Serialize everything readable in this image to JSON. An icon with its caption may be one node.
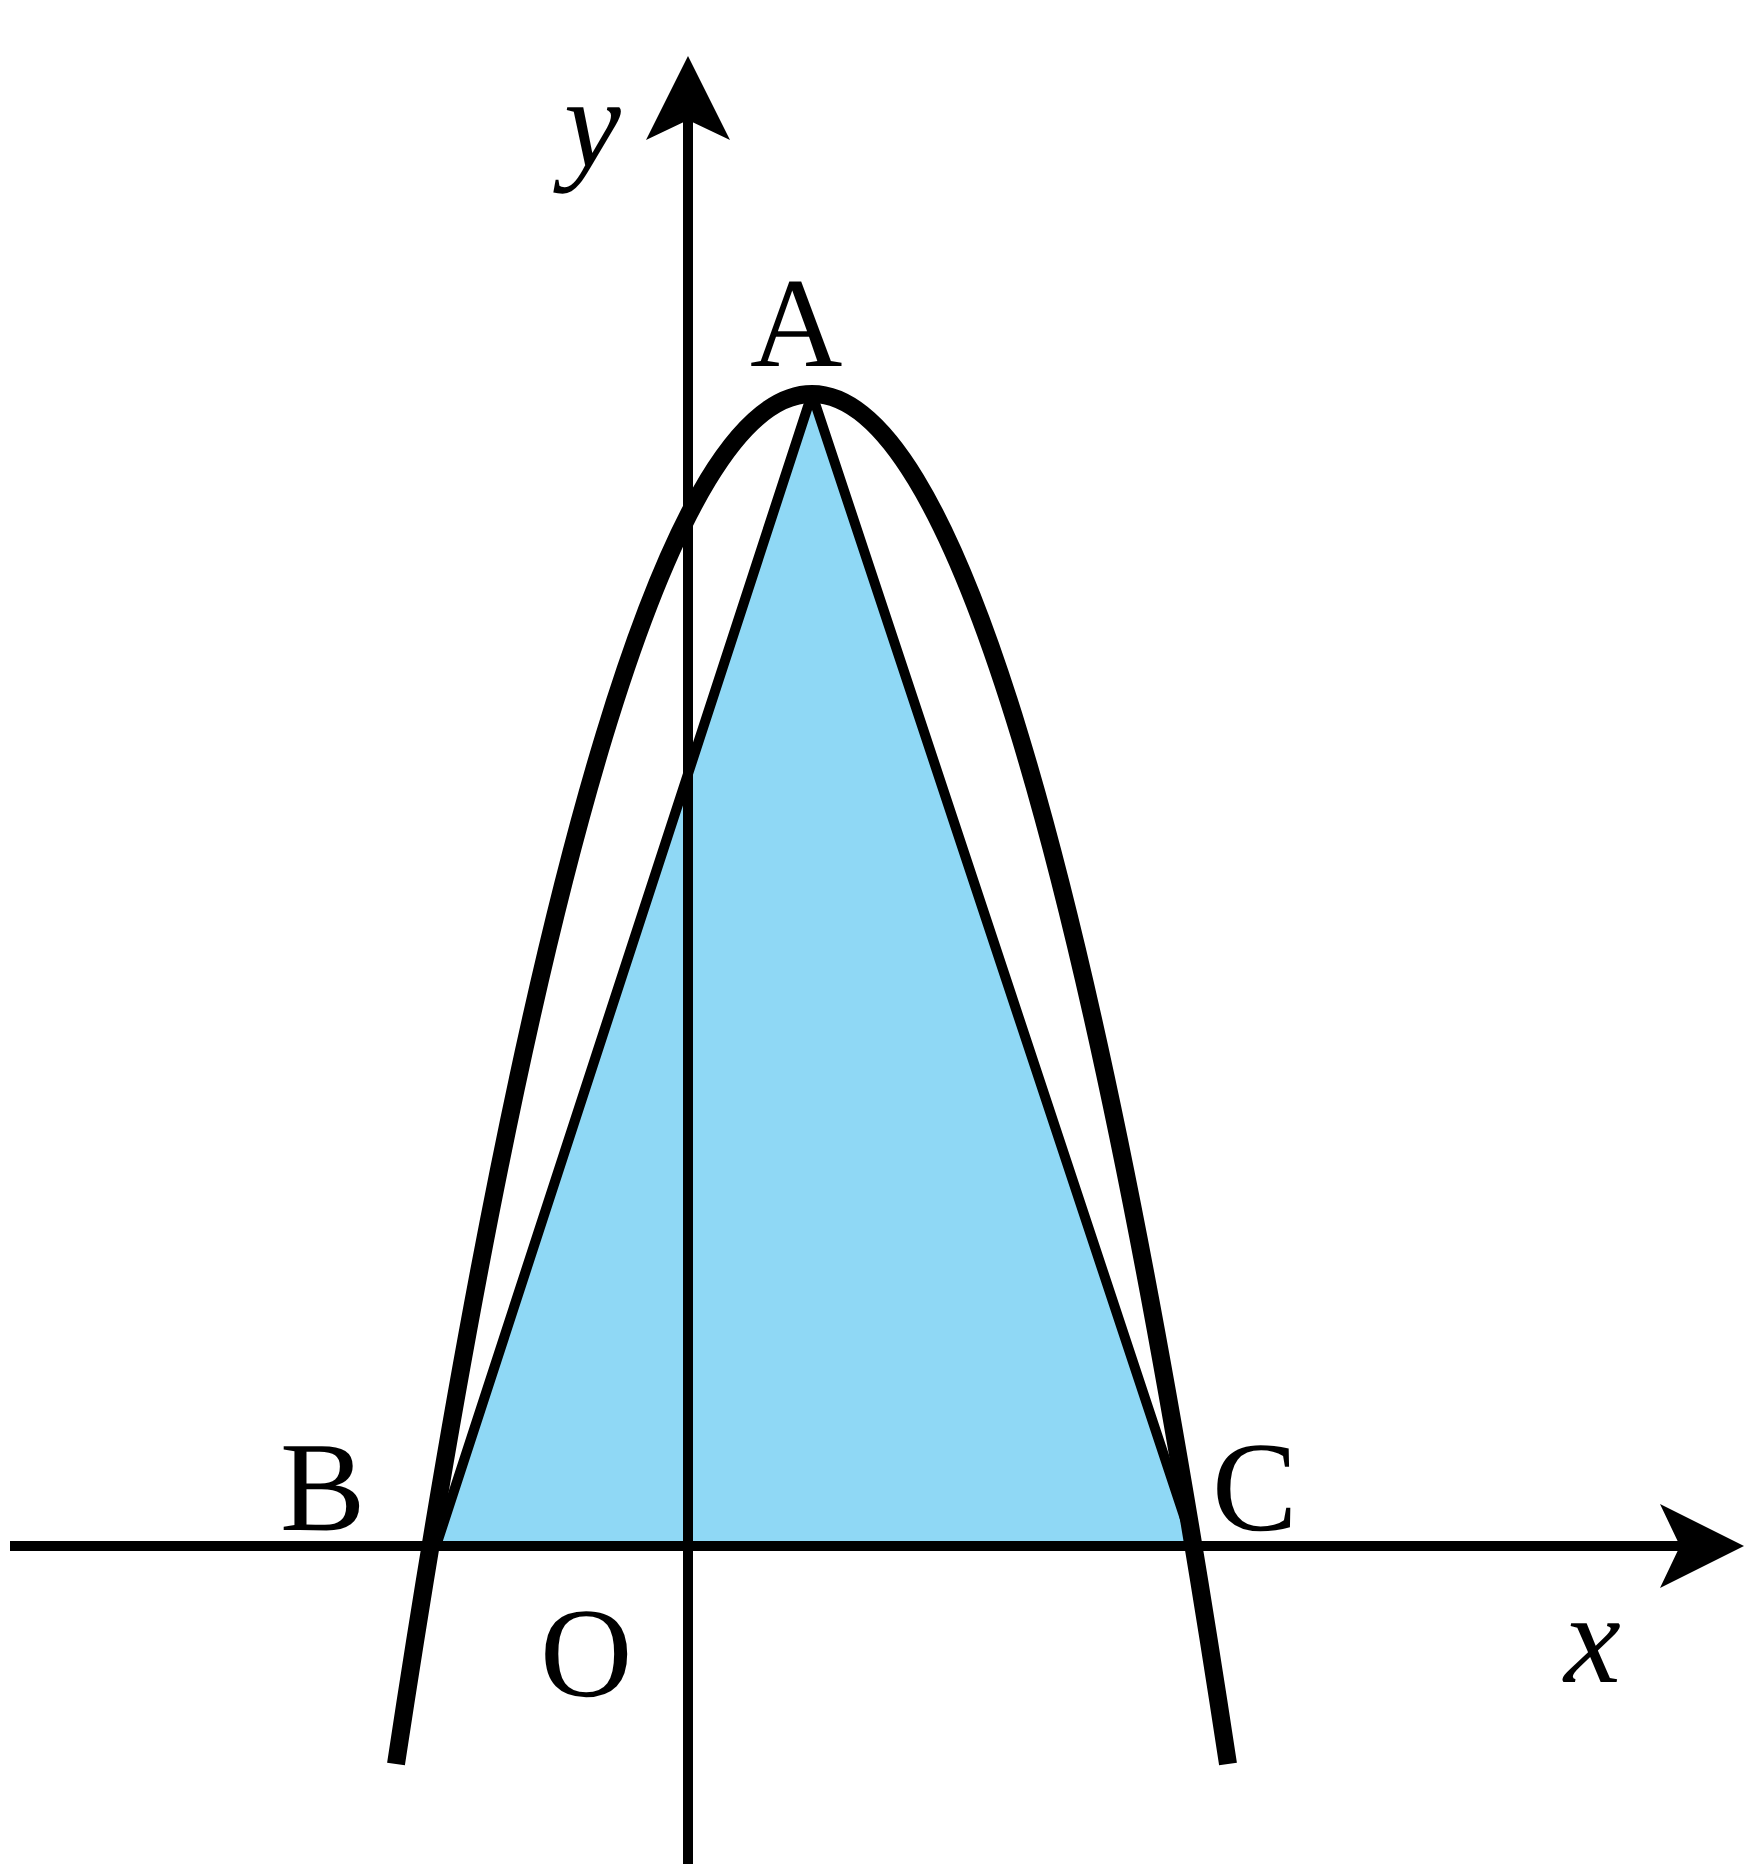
{
  "diagram": {
    "labels": [
      "y",
      "A",
      "B",
      "C",
      "O",
      "x"
    ]
  }
}
